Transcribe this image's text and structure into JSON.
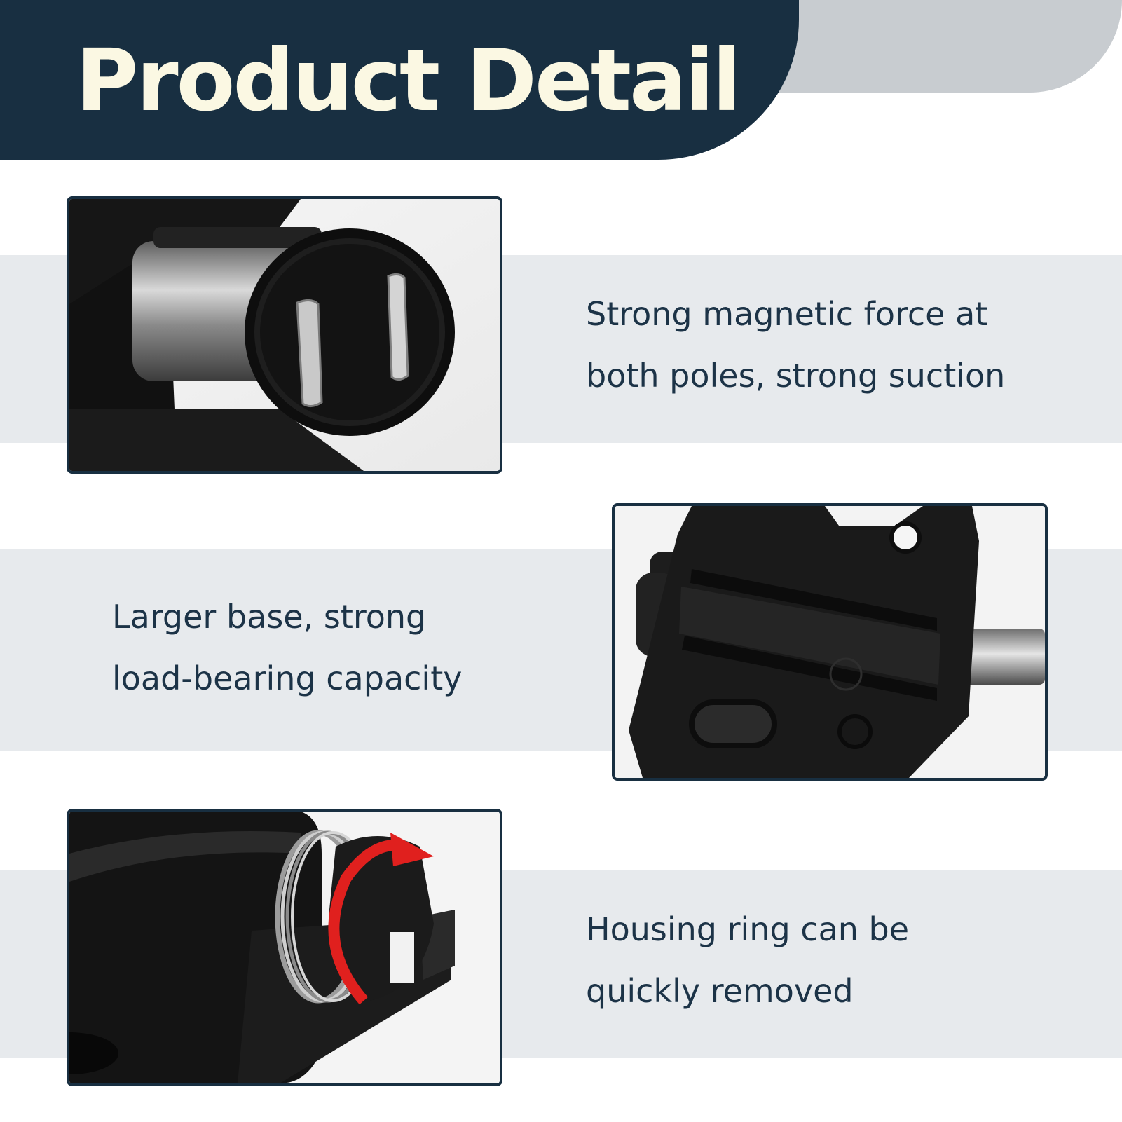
{
  "header": {
    "title": "Product Detail"
  },
  "features": [
    {
      "lines": [
        "Strong magnetic  force at",
        "both poles,  strong suction"
      ]
    },
    {
      "lines": [
        "Larger base, strong",
        "load-bearing capacity"
      ]
    },
    {
      "lines": [
        "Housing ring can be",
        "quickly removed"
      ]
    }
  ],
  "colors": {
    "navy": "#182f41",
    "title_text": "#fbf8e3",
    "band": "#e7eaed",
    "header_grey": "#c8ccd0",
    "body_text": "#1c3347",
    "arrow_red": "#e0201e"
  }
}
